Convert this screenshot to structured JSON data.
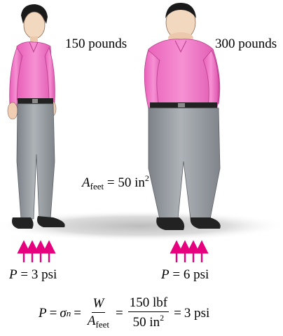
{
  "figure": {
    "left_person": {
      "weight_label": "150 pounds",
      "pressure": {
        "symbol": "P",
        "equals": "=",
        "value": "3 psi"
      }
    },
    "right_person": {
      "weight_label": "300 pounds",
      "pressure": {
        "symbol": "P",
        "equals": "=",
        "value": "6 psi"
      }
    },
    "area_label": {
      "symbol": "A",
      "subscript": "feet",
      "equals": "=",
      "value": "50 in",
      "superscript": "2"
    },
    "equation": {
      "lhs": "P",
      "eq1": "=",
      "sigma": "σ",
      "sigma_sub": "n",
      "eq2": "=",
      "frac1_num": "W",
      "frac1_den": "A",
      "frac1_den_sub": "feet",
      "eq3": "=",
      "frac2_num": "150 lbf",
      "frac2_den": "50 in",
      "frac2_den_sup": "2",
      "eq4": "=",
      "result": "3 psi"
    },
    "colors": {
      "shirt": "#f07ac8",
      "pants": "#9aa0a6",
      "arrows": "#e6007e",
      "shadow": "#d9d9d9"
    }
  }
}
